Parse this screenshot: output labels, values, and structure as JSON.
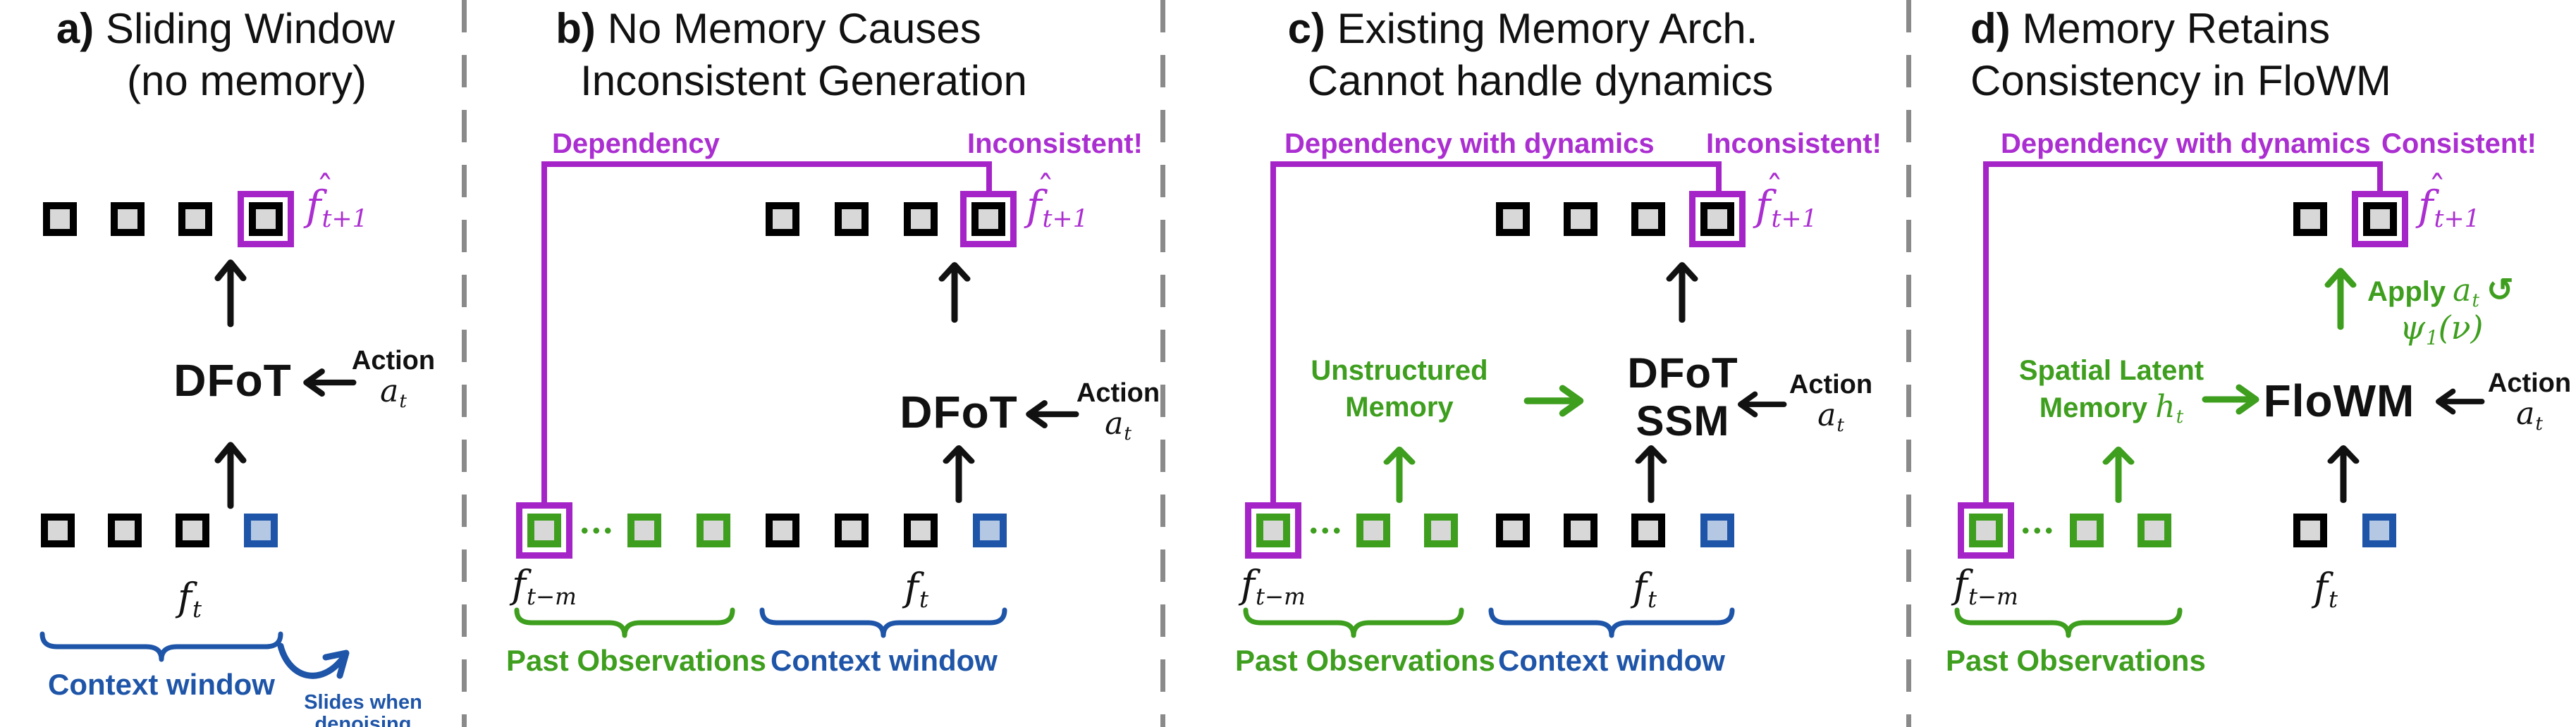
{
  "colors": {
    "magenta_line": "#A524C8",
    "magenta_text": "#AB2ED1",
    "green": "#3E9E1E",
    "blue": "#1E55A8",
    "blue_fill": "#B4C7E3",
    "gray_fill": "#D8D8D8",
    "ink": "#111111",
    "separator": "#8A8A8A"
  },
  "shared": {
    "action_label": "Action",
    "action_sym": {
      "base": "a",
      "sub": "t"
    },
    "pred_sym": {
      "hat": "ˆ",
      "base": "f",
      "sub": "t+1"
    },
    "current_sym": {
      "base": "f",
      "sub": "t"
    },
    "past_sym": {
      "base": "f",
      "sub": "t−m"
    },
    "context_window_label": "Context window",
    "past_observations_label": "Past Observations",
    "inconsistent_label": "Inconsistent!",
    "dots_icon": "•••"
  },
  "panel_a": {
    "title_prefix": "a)",
    "title_rest": "Sliding Window",
    "title_line2": "(no memory)",
    "model": "DFoT",
    "slides_note_line1": "Slides when",
    "slides_note_line2": "denoising finishes"
  },
  "panel_b": {
    "title_prefix": "b)",
    "title_rest": "No Memory Causes",
    "title_line2": "Inconsistent Generation",
    "dependency_label": "Dependency",
    "model": "DFoT"
  },
  "panel_c": {
    "title_prefix": "c)",
    "title_rest": "Existing Memory Arch.",
    "title_line2": "Cannot handle dynamics",
    "dependency_label": "Dependency with dynamics",
    "model_line1": "DFoT",
    "model_line2": "SSM",
    "memory_line1": "Unstructured",
    "memory_line2": "Memory"
  },
  "panel_d": {
    "title_prefix": "d)",
    "title_rest": "Memory Retains",
    "title_line2": "Consistency in FloWM",
    "dependency_label": "Dependency with dynamics",
    "consistent_label": "Consistent!",
    "model": "FloWM",
    "memory_line1": "Spatial Latent",
    "memory_line2": "Memory",
    "memory_sym": {
      "base": "h",
      "sub": "t"
    },
    "apply_label": "Apply",
    "loop_icon": "↺",
    "psi_sym": {
      "base": "ψ",
      "sub": "1",
      "rest": "(ν)"
    }
  }
}
